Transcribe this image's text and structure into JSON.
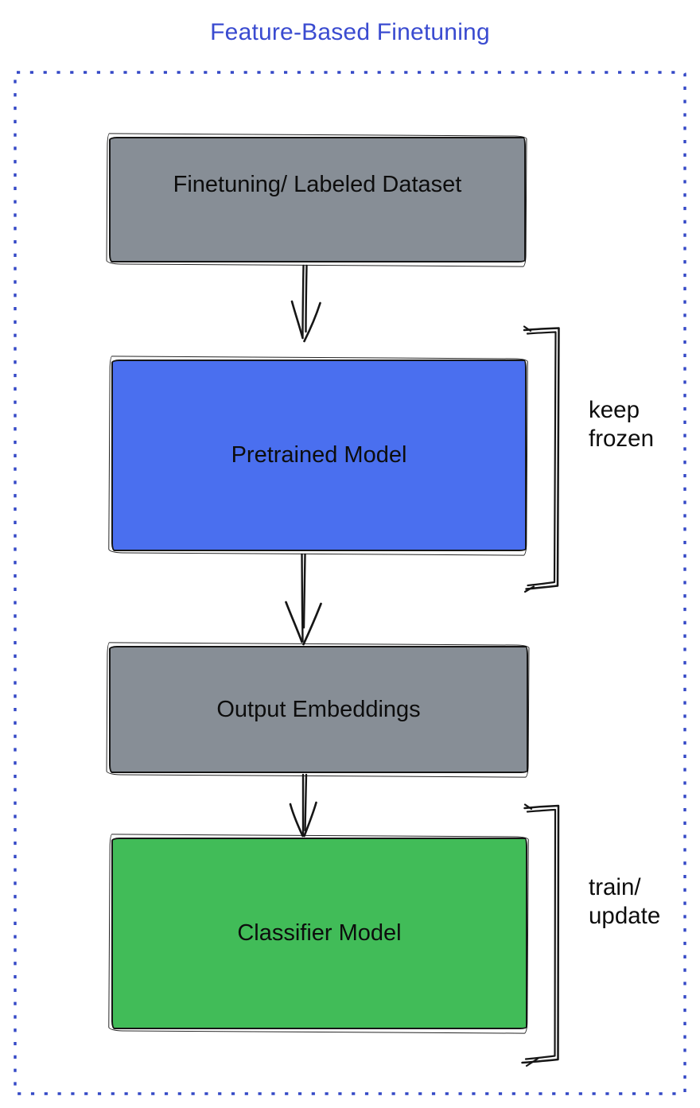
{
  "title": "Feature-Based Finetuning",
  "colors": {
    "title_text": "#3A4BD0",
    "frame_dots": "#3448C6",
    "ink": "#161616",
    "label_text": "#0d0d0d",
    "dataset_fill": "#878E96",
    "pretrained_fill": "#4A6FEF",
    "embeddings_fill": "#878E96",
    "classifier_fill": "#41BC58"
  },
  "nodes": [
    {
      "label": "Finetuning/ Labeled Dataset"
    },
    {
      "label": "Pretrained Model"
    },
    {
      "label": "Output Embeddings"
    },
    {
      "label": "Classifier Model"
    }
  ],
  "annotations": [
    {
      "lines": [
        "keep",
        "frozen"
      ]
    },
    {
      "lines": [
        "train/",
        "update"
      ]
    }
  ]
}
